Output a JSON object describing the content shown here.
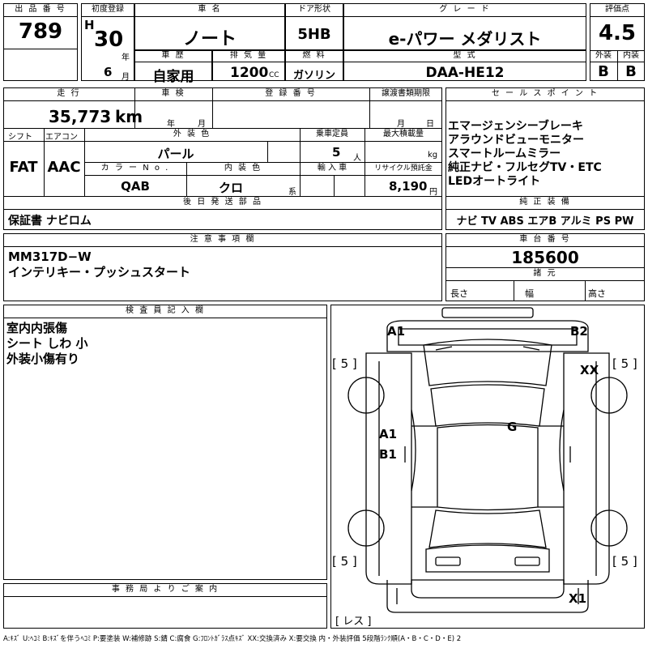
{
  "top": {
    "lot_label": "出 品 番 号",
    "lot": "789",
    "reg_label": "初度登録",
    "era": "H",
    "year": "30",
    "year_unit": "年",
    "month": "6",
    "month_unit": "月",
    "name_label": "車 名",
    "name": "ノート",
    "door_label": "ドア形状",
    "door": "5HB",
    "grade_label": "グ レ ー ド",
    "grade": "e-パワー メダリスト",
    "score_label": "評価点",
    "score": "4.5",
    "history_label": "車 歴",
    "history": "自家用",
    "cc_label": "排 気 量",
    "cc": "1200",
    "cc_unit": "CC",
    "fuel_label": "燃 料",
    "fuel": "ガソリン",
    "model_label": "型 式",
    "model": "DAA-HE12",
    "ext_label": "外装",
    "int_label": "内装",
    "ext_grade": "B",
    "int_grade": "B"
  },
  "row2": {
    "km_label": "走 行",
    "km": "35,773",
    "km_unit": "km",
    "inspect_label": "車 検",
    "inspect_year_unit": "年",
    "inspect_month_unit": "月",
    "regno_label": "登 録 番 号",
    "transfer_label": "譲渡書類期限",
    "transfer_month_unit": "月",
    "transfer_day_unit": "日",
    "shift_label": "シフト",
    "shift": "FAT",
    "ac_label": "エアコン",
    "ac": "AAC",
    "color_label": "外 装 色",
    "color": "パール",
    "cap_label": "乗車定員",
    "cap": "5",
    "cap_unit": "人",
    "load_label": "最大積載量",
    "load_unit": "kg",
    "colorno_label": "カ ラ ー N o .",
    "colorno": "QAB",
    "intcolor_label": "内 装 色",
    "intcolor": "クロ",
    "intcolor_unit": "系",
    "import_label": "輸 入 車",
    "recycle_label": "リサイクル預託金",
    "recycle": "8,190",
    "recycle_unit": "円",
    "later_label": "後 日 発 送 部 品",
    "later": "保証書 ナビロム"
  },
  "sales": {
    "label": "セ ー ル ス ポ イ ン ト",
    "lines": "エマージェンシーブレーキ\nアラウンドビューモニター\nスマートルームミラー\n純正ナビ・フルセグTV・ETC\nLEDオートライト",
    "equip_label": "純 正 装 備",
    "equip": "ナビ  TV  ABS  エアB  アルミ  PS  PW"
  },
  "notes": {
    "label": "注 意 事 項 欄",
    "text": "MM317D−W\nインテリキー・プッシュスタート"
  },
  "chassis": {
    "label": "車 台 番 号",
    "value": "185600",
    "spec_label": "諸 元",
    "len_label": "長さ",
    "wid_label": "幅",
    "hei_label": "高さ"
  },
  "inspector": {
    "label": "検 査 員 記 入 欄",
    "text": "室内内張傷\nシート しわ 小\n外装小傷有り"
  },
  "office": {
    "label": "事 務 局 よ り ご 案 内"
  },
  "diagram": {
    "a1_top": "A1",
    "b2_top": "B2",
    "xx": "XX",
    "g": "G",
    "a1_mid": "A1",
    "b1_mid": "B1",
    "x1": "X1",
    "tire_fl": "[ 5 ]",
    "tire_fr": "[ 5 ]",
    "tire_rl": "[ 5 ]",
    "tire_rr": "[ 5 ]",
    "spare": "[ レス ]"
  },
  "footer": "A:ｷｽﾞ U:ﾍｺﾐ B:ｷｽﾞを伴うﾍｺﾐ P:要塗装 W:補修跡 S:錆 C:腐食 G:ﾌﾛﾝﾄｶﾞﾗｽ点ｷｽﾞ XX:交換済み X:要交換  内・外装評価 5段階ﾗﾝｸ順(A・B・C・D・E) 2"
}
